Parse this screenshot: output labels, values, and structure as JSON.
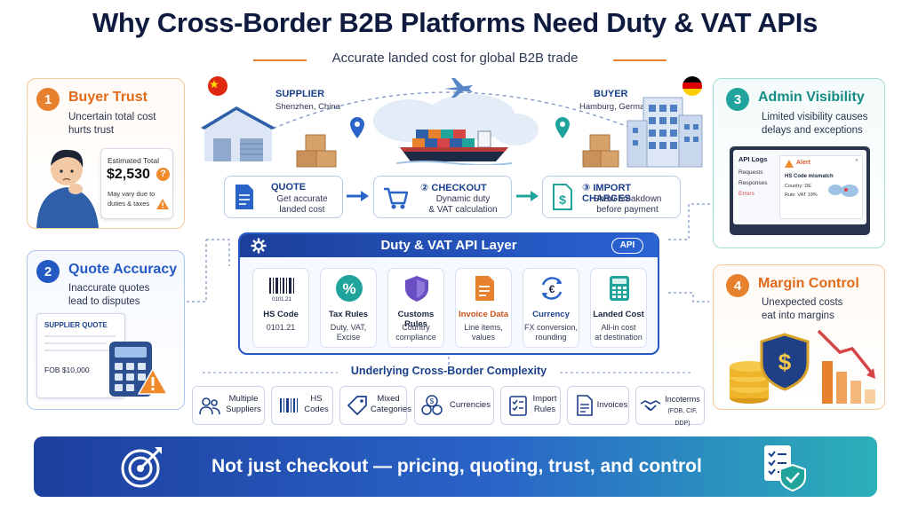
{
  "header": {
    "title": "Why Cross-Border B2B Platforms Need Duty & VAT APIs",
    "subtitle": "Accurate landed cost for global B2B trade"
  },
  "cards": {
    "buyer_trust": {
      "number": "1",
      "title": "Buyer Trust",
      "desc1": "Uncertain total cost",
      "desc2": "hurts trust",
      "estimate_label": "Estimated Total",
      "estimate_value": "$2,530",
      "estimate_note1": "May vary due to",
      "estimate_note2": "duties & taxes"
    },
    "quote_accuracy": {
      "number": "2",
      "title": "Quote Accuracy",
      "desc1": "Inaccurate quotes",
      "desc2": "lead to disputes",
      "doc_title": "SUPPLIER QUOTE",
      "doc_value": "FOB $10,000"
    },
    "admin_visibility": {
      "number": "3",
      "title": "Admin Visibility",
      "desc1": "Limited visibility causes",
      "desc2": "delays and exceptions",
      "logs_title": "API Logs",
      "logs_items": [
        "Requests",
        "Responses",
        "Errors"
      ],
      "alert_title": "Alert",
      "alert_line1": "HS Code mismatch",
      "alert_line2": "Country: DE",
      "alert_line3": "Rule: VAT 19%"
    },
    "margin_control": {
      "number": "4",
      "title": "Margin Control",
      "desc1": "Unexpected costs",
      "desc2": "eat into margins"
    }
  },
  "supplier": {
    "label": "SUPPLIER",
    "location": "Shenzhen, China"
  },
  "buyer": {
    "label": "BUYER",
    "location": "Hamburg, Germany"
  },
  "flow": [
    {
      "title": "QUOTE",
      "desc1": "Get accurate",
      "desc2": "landed cost"
    },
    {
      "title": "② CHECKOUT",
      "desc1": "Dynamic duty",
      "desc2": "& VAT calculation"
    },
    {
      "title": "③ IMPORT CHARGES",
      "desc1": "Show breakdown",
      "desc2": "before payment"
    }
  ],
  "api_layer": {
    "title": "Duty & VAT API Layer",
    "badge": "API",
    "tiles": [
      {
        "title": "HS Code",
        "desc1": "0101.21",
        "desc2": "",
        "icon": "barcode-icon"
      },
      {
        "title": "Tax Rules",
        "desc1": "Duty, VAT,",
        "desc2": "Excise",
        "icon": "percent-icon"
      },
      {
        "title": "Customs Rules",
        "desc1": "Country",
        "desc2": "compliance",
        "icon": "shield-icon"
      },
      {
        "title": "Invoice Data",
        "desc1": "Line items,",
        "desc2": "values",
        "icon": "document-icon"
      },
      {
        "title": "Currency",
        "desc1": "FX conversion,",
        "desc2": "rounding",
        "icon": "currency-exchange-icon"
      },
      {
        "title": "Landed Cost",
        "desc1": "All-in cost",
        "desc2": "at destination",
        "icon": "calculator-icon"
      }
    ],
    "barcode_text": "0101.21"
  },
  "complexity": {
    "title": "Underlying Cross-Border Complexity",
    "items": [
      {
        "line1": "Multiple",
        "line2": "Suppliers",
        "icon": "users-icon"
      },
      {
        "line1": "HS",
        "line2": "Codes",
        "icon": "barcode-icon"
      },
      {
        "line1": "Mixed",
        "line2": "Categories",
        "icon": "tag-icon"
      },
      {
        "line1": "Currencies",
        "line2": "",
        "icon": "coins-icon"
      },
      {
        "line1": "Import",
        "line2": "Rules",
        "icon": "checklist-icon"
      },
      {
        "line1": "Invoices",
        "line2": "",
        "icon": "invoice-icon"
      },
      {
        "line1": "Incoterms",
        "line2": "(FOB, CIF, DDP)",
        "icon": "handshake-icon"
      }
    ]
  },
  "banner": {
    "text": "Not just checkout — pricing, quoting, trust, and control"
  },
  "colors": {
    "orange": "#e8812e",
    "blue": "#2459c4",
    "teal": "#1fa39a",
    "navy": "#0e1b3f"
  }
}
